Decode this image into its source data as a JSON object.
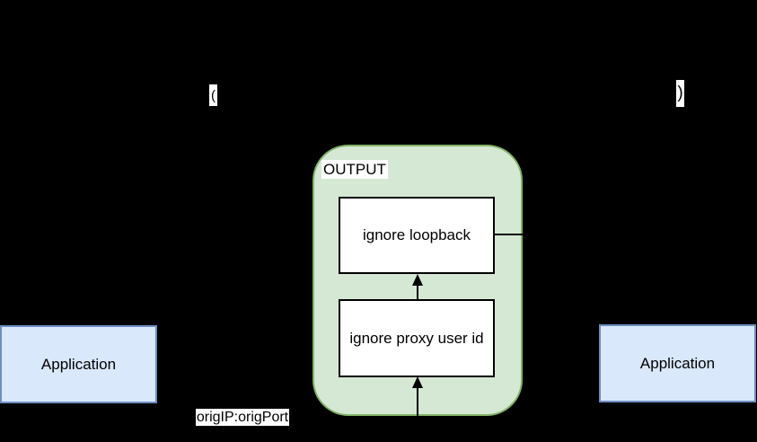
{
  "canvas": {
    "background": "#000000"
  },
  "colors": {
    "group_fill": "#d5e8d4",
    "group_stroke": "#82b366",
    "node_fill": "#ffffff",
    "node_stroke": "#000000",
    "app_fill": "#dae8fc",
    "app_stroke": "#6c8ebf",
    "label_bg": "#ffffff",
    "text": "#000000",
    "connector": "#000000"
  },
  "labels": {
    "paren_open": "(",
    "paren_close": ")",
    "group_title": "OUTPUT",
    "node_top": "ignore loopback",
    "node_bottom": "ignore proxy user id",
    "app_left": "Application",
    "app_right": "Application",
    "edge_label": "origIP:origPort"
  }
}
